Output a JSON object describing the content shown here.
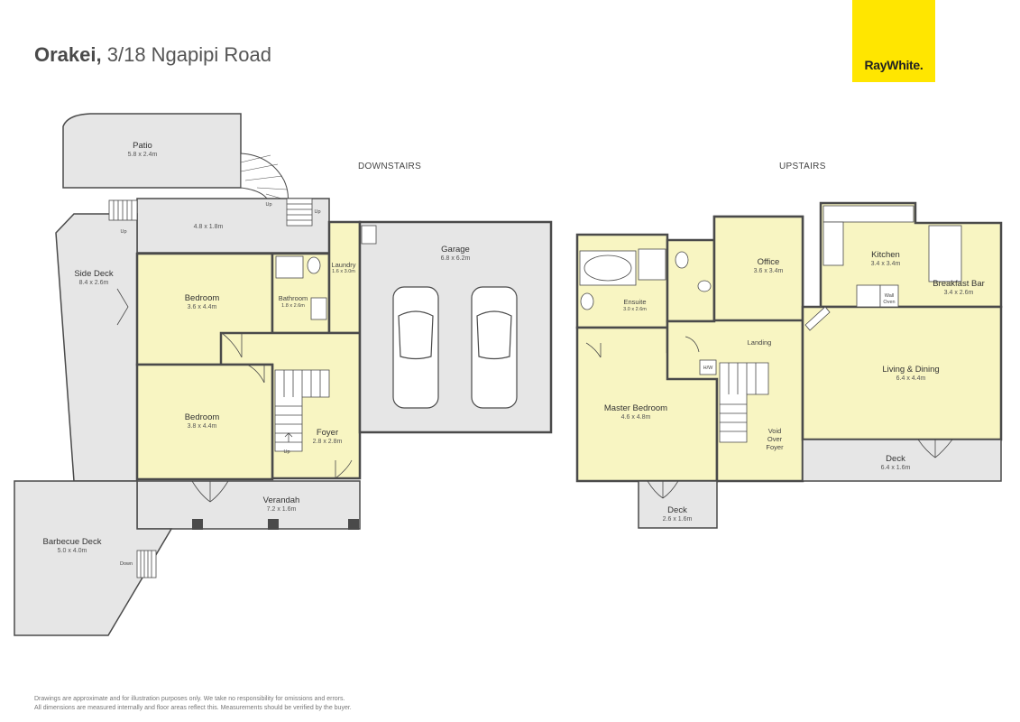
{
  "header": {
    "suburb": "Orakei,",
    "address": "3/18 Ngapipi Road"
  },
  "logo": {
    "text": "RayWhite."
  },
  "sections": {
    "downstairs": "DOWNSTAIRS",
    "upstairs": "UPSTAIRS"
  },
  "downstairs": {
    "patio": {
      "name": "Patio",
      "dim": "5.8 x 2.4m"
    },
    "deck_north": {
      "dim": "4.8 x 1.8m"
    },
    "side_deck": {
      "name": "Side Deck",
      "dim": "8.4 x 2.6m"
    },
    "bedroom1": {
      "name": "Bedroom",
      "dim": "3.6 x 4.4m"
    },
    "bedroom2": {
      "name": "Bedroom",
      "dim": "3.8 x 4.4m"
    },
    "bathroom": {
      "name": "Bathroom",
      "dim": "1.8 x 2.6m"
    },
    "laundry": {
      "name": "Laundry",
      "dim": "1.6 x 3.0m"
    },
    "garage": {
      "name": "Garage",
      "dim": "6.8 x 6.2m"
    },
    "foyer": {
      "name": "Foyer",
      "dim": "2.8 x 2.8m"
    },
    "verandah": {
      "name": "Verandah",
      "dim": "7.2 x 1.6m"
    },
    "bbq_deck": {
      "name": "Barbecue Deck",
      "dim": "5.0 x 4.0m"
    },
    "labels": {
      "up": "Up",
      "down": "Down"
    }
  },
  "upstairs": {
    "ensuite": {
      "name": "Ensuite",
      "dim": "3.0 x 2.6m"
    },
    "office": {
      "name": "Office",
      "dim": "3.6 x 3.4m"
    },
    "kitchen": {
      "name": "Kitchen",
      "dim": "3.4 x 3.4m"
    },
    "breakfast_bar": {
      "name": "Breakfast Bar",
      "dim": "3.4 x 2.6m"
    },
    "landing": {
      "name": "Landing"
    },
    "living": {
      "name": "Living & Dining",
      "dim": "6.4 x 4.4m"
    },
    "master": {
      "name": "Master Bedroom",
      "dim": "4.6 x 4.8m"
    },
    "void": {
      "line1": "Void",
      "line2": "Over",
      "line3": "Foyer"
    },
    "deck_small": {
      "name": "Deck",
      "dim": "2.6 x 1.6m"
    },
    "deck_large": {
      "name": "Deck",
      "dim": "6.4 x 1.6m"
    },
    "hw": "H/W",
    "wall_oven": {
      "line1": "Wall",
      "line2": "Oven"
    }
  },
  "disclaimer": {
    "line1": "Drawings are approximate and for illustration purposes only.  We take no responsibility for omissions and errors.",
    "line2": "All dimensions are measured internally and floor areas reflect this.  Measurements should be verified by the buyer."
  },
  "colors": {
    "room_fill": "#f8f5c2",
    "deck_fill": "#e6e6e6",
    "wall": "#4a4a4a",
    "brand": "#ffe600"
  }
}
